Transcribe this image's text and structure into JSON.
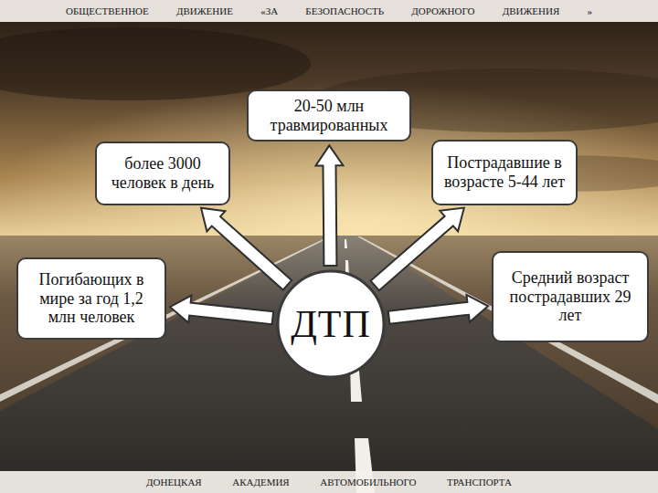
{
  "diagram": {
    "title": "ОБЩЕСТВЕННОЕ ДВИЖЕНИЕ «ЗА БЕЗОПАСНОСТЬ ДОРОЖНОГО ДВИЖЕНИЯ »",
    "caption": "ДОНЕЦКАЯ АКАДЕМИЯ АВТОМОБИЛЬНОГО ТРАНСПОРТА",
    "nodes": [
      {
        "text": [
          "20-50 млн травмированных"
        ]
      },
      {
        "text": [
          "более 3000 человек в день"
        ]
      },
      {
        "text": [
          "Пострадавшие в возрасте 5-44 лет"
        ]
      },
      {
        "text": [
          "Погибающих в мире за год 1,2 млн человек"
        ]
      },
      {
        "text": [
          "ДТП"
        ]
      },
      {
        "text": [
          "Средний возраст пострадавших 29 лет"
        ]
      }
    ],
    "edges": [
      {
        "from": 4,
        "to": 0,
        "arrow": "to"
      },
      {
        "from": 4,
        "to": 1,
        "arrow": "to"
      },
      {
        "from": 4,
        "to": 2,
        "arrow": "to"
      },
      {
        "from": 4,
        "to": 3,
        "arrow": "to"
      },
      {
        "from": 4,
        "to": 5,
        "arrow": "to"
      }
    ]
  }
}
